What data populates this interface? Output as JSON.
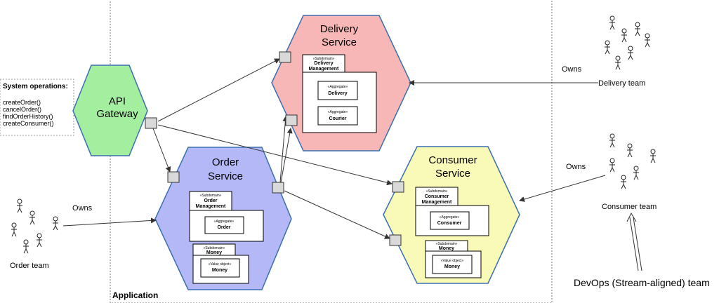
{
  "api_gateway": {
    "line1": "API",
    "line2": "Gateway",
    "color": "#a4eea0"
  },
  "delivery_service": {
    "line1": "Delivery",
    "line2": "Service",
    "color": "#f8b7b7",
    "subdomain": {
      "stereo": "«Subdomain»",
      "name1": "Delivery",
      "name2": "Management"
    },
    "aggregates": [
      {
        "stereo": "«Aggregate»",
        "name": "Delivery"
      },
      {
        "stereo": "«Aggregate»",
        "name": "Courier"
      }
    ]
  },
  "order_service": {
    "line1": "Order",
    "line2": "Service",
    "color": "#b5b8f7",
    "subdomain": {
      "stereo": "«Subdomain»",
      "name1": "Order",
      "name2": "Management"
    },
    "aggregate": {
      "stereo": "«Aggregate»",
      "name": "Order"
    },
    "money_subdomain": {
      "stereo": "«Subdomain»",
      "name": "Money"
    },
    "money_value": {
      "stereo": "«Value object»",
      "name": "Money"
    }
  },
  "consumer_service": {
    "line1": "Consumer",
    "line2": "Service",
    "color": "#fafab8",
    "subdomain": {
      "stereo": "«Subdomain»",
      "name1": "Consumer",
      "name2": "Management"
    },
    "aggregate": {
      "stereo": "«Aggregate»",
      "name": "Consumer"
    },
    "money_subdomain": {
      "stereo": "«Subdomain»",
      "name": "Money"
    },
    "money_value": {
      "stereo": "«Value object»",
      "name": "Money"
    }
  },
  "system_operations": {
    "title": "System operations:",
    "items": [
      "createOrder()",
      "cancelOrder()",
      "findOrderHistory()",
      "createConsumer()"
    ]
  },
  "application_label": "Application",
  "teams": {
    "delivery": {
      "name": "Delivery team",
      "owns": "Owns"
    },
    "consumer": {
      "name": "Consumer team",
      "owns": "Owns"
    },
    "order": {
      "name": "Order team",
      "owns": "Owns"
    },
    "devops": "DevOps (Stream-aligned) team"
  }
}
